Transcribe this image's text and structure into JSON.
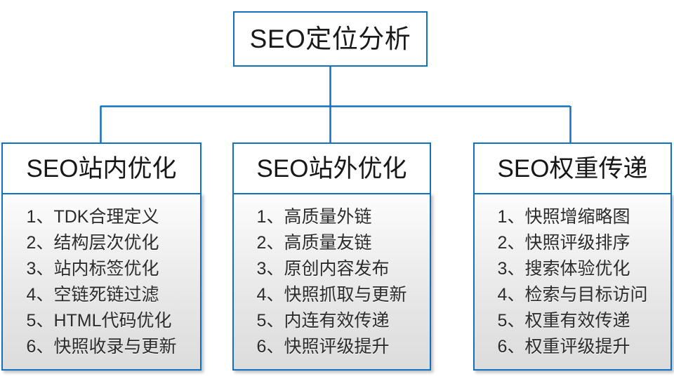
{
  "diagram": {
    "root": {
      "label": "SEO定位分析"
    },
    "columns": [
      {
        "header": "SEO站内优化",
        "items": [
          "1、TDK合理定义",
          "2、结构层次优化",
          "3、站内标签优化",
          "4、空链死链过滤",
          "5、HTML代码优化",
          "6、快照收录与更新"
        ]
      },
      {
        "header": "SEO站外优化",
        "items": [
          "1、高质量外链",
          "2、高质量友链",
          "3、原创内容发布",
          "4、快照抓取与更新",
          "5、内连有效传递",
          "6、快照评级提升"
        ]
      },
      {
        "header": "SEO权重传递",
        "items": [
          "1、快照增缩略图",
          "2、快照评级排序",
          "3、搜索体验优化",
          "4、检索与目标访问",
          "5、权重有效传递",
          "6、权重评级提升"
        ]
      }
    ],
    "colors": {
      "connector": "#1270c0",
      "box_border": "#1270c0",
      "box_fill": "#ffffff",
      "panel_fill": "#e2e2e2",
      "text": "#1a1a1a"
    }
  }
}
